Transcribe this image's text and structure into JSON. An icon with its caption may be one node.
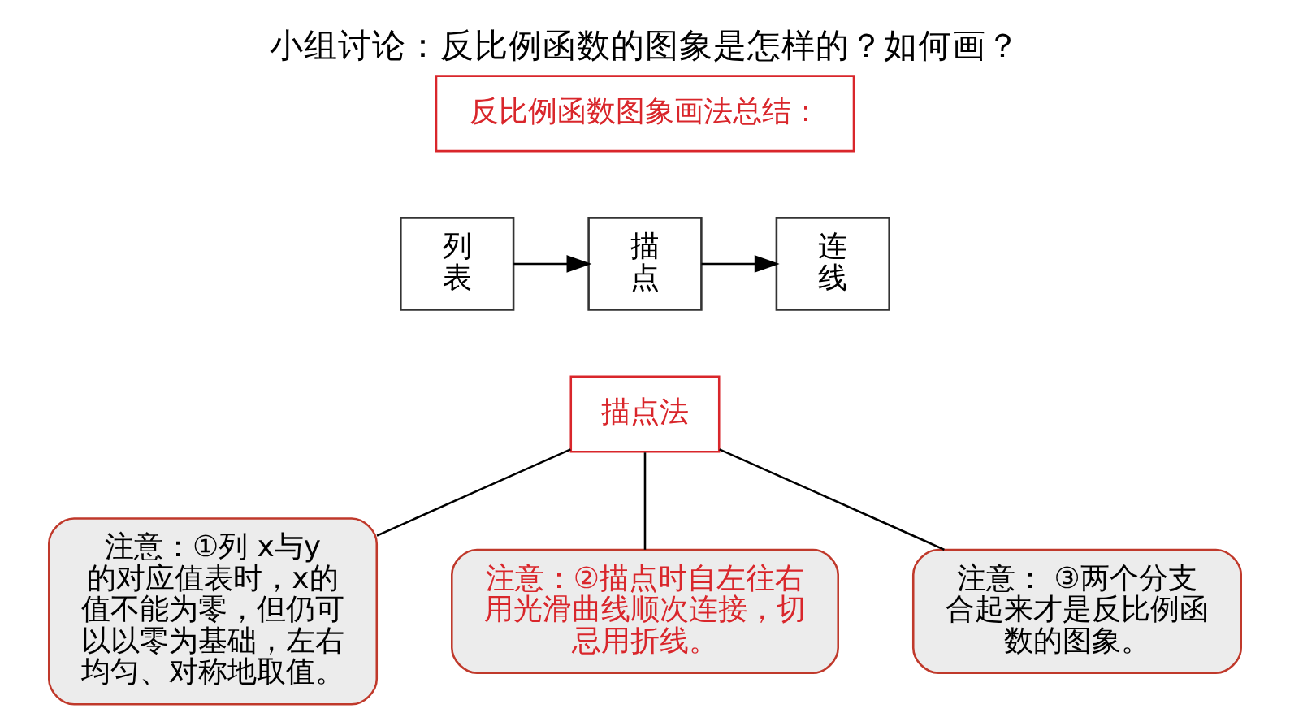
{
  "diagram": {
    "title": "小组讨论：反比例函数的图象是怎样的？如何画？",
    "nodes": [
      {
        "text": [
          "反比例函数图象画法总结："
        ]
      },
      {
        "text": [
          "列表"
        ]
      },
      {
        "text": [
          "描点"
        ]
      },
      {
        "text": [
          "连线"
        ]
      },
      {
        "text": [
          "描点法"
        ]
      },
      {
        "text": [
          "注意：①列 x与y的对应值表时，x的值不能为零，但仍可以以零为基础，左右均匀、对称地取值。"
        ]
      },
      {
        "text": [
          "注意：②描点时自左往右用光滑曲线顺次连接，切忌用折线。"
        ]
      },
      {
        "text": [
          "注意： ③两个分支合起来才是反比例函数的图象。"
        ]
      }
    ],
    "edges": [
      {
        "from": 1,
        "to": 2,
        "arrow": "to"
      },
      {
        "from": 2,
        "to": 3,
        "arrow": "to"
      },
      {
        "from": 4,
        "to": 5,
        "arrow": "none"
      },
      {
        "from": 4,
        "to": 6,
        "arrow": "none"
      },
      {
        "from": 4,
        "to": 7,
        "arrow": "none"
      }
    ]
  }
}
